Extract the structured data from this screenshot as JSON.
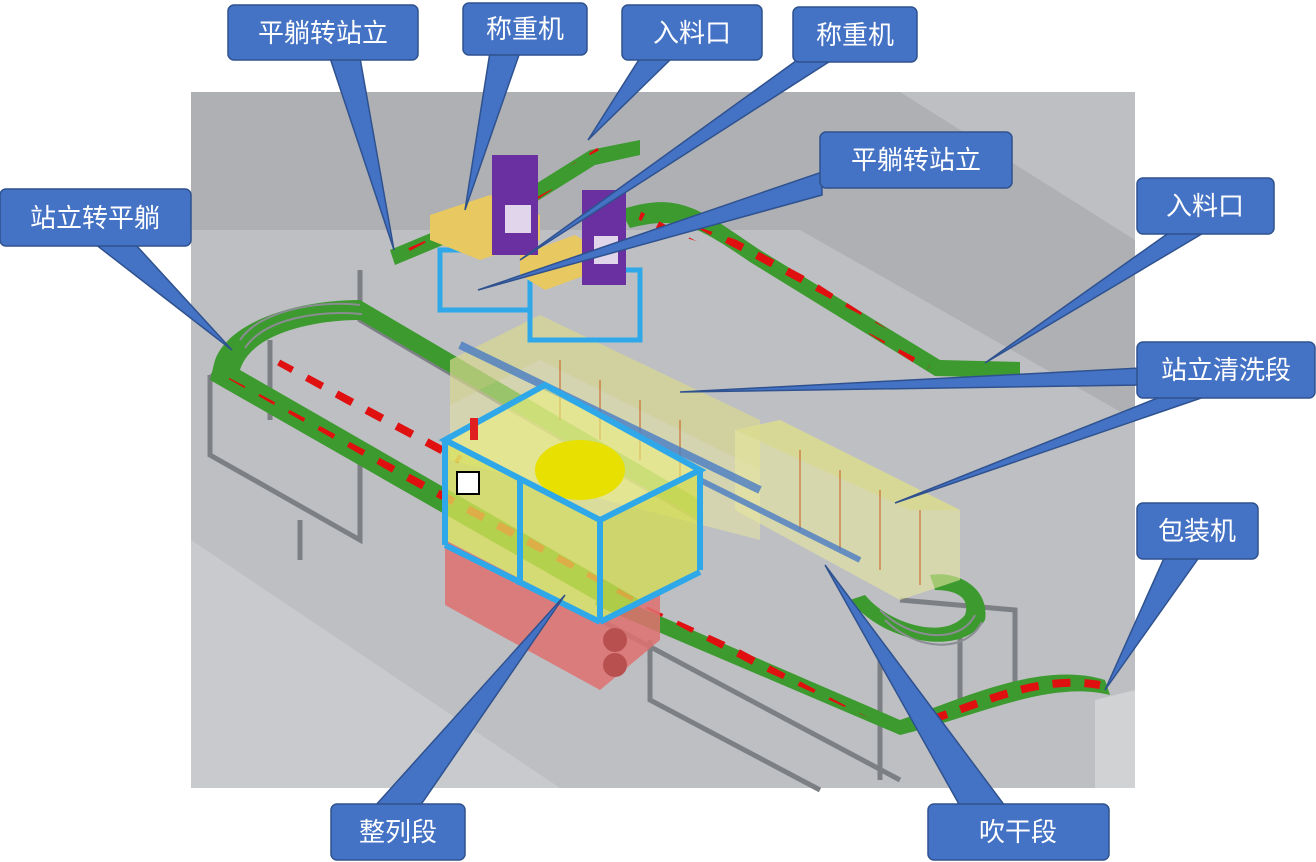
{
  "colors": {
    "callout_fill": "#4472C4",
    "callout_stroke": "#2F528F",
    "conveyor_green": "#3C9A2E",
    "product_red": "#E01010",
    "weigher_purple": "#6A2FA0",
    "frame_blue": "#2EA8E8",
    "wash_yellow": "#E8E8A0",
    "cabinet_red": "#E07070",
    "floor_gray": "#BDBFC3"
  },
  "callouts": {
    "flat_to_stand_1": "平躺转站立",
    "weigher_1": "称重机",
    "inlet_1": "入料口",
    "weigher_2": "称重机",
    "flat_to_stand_2": "平躺转站立",
    "stand_to_flat": "站立转平躺",
    "inlet_2": "入料口",
    "stand_wash": "站立清洗段",
    "packer": "包装机",
    "align_section": "整列段",
    "blow_dry": "吹干段"
  }
}
